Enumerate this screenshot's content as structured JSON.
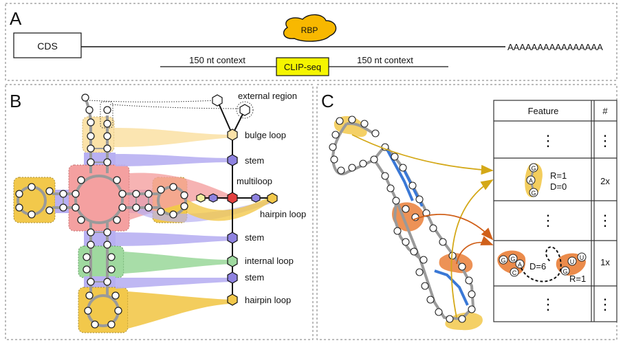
{
  "panels": {
    "a": {
      "letter": "A",
      "cds_label": "CDS",
      "rbp_label": "RBP",
      "poly_a": "AAAAAAAAAAAAAAAA",
      "context_left": "150 nt context",
      "context_right": "150 nt context",
      "clip_label": "CLIP-seq"
    },
    "b": {
      "letter": "B",
      "labels": {
        "external": "external region",
        "bulge": "bulge loop",
        "stem1": "stem",
        "multiloop": "multiloop",
        "hairpin1": "hairpin loop",
        "stem2": "stem",
        "internal": "internal loop",
        "stem3": "stem",
        "hairpin2": "hairpin loop"
      }
    },
    "c": {
      "letter": "C",
      "table_header_feature": "Feature",
      "table_header_count": "#",
      "ellipsis": "⋮",
      "row2_r": "R=1",
      "row2_d": "D=0",
      "row2_count": "2x",
      "row4_d": "D=6",
      "row4_r": "R=1",
      "row4_count": "1x",
      "feature1_bases": [
        "G",
        "A",
        "G"
      ],
      "feature2_bases_left": [
        "G",
        "G",
        "A",
        "C"
      ],
      "feature2_bases_right": [
        "G",
        "U",
        "U"
      ]
    }
  },
  "colors": {
    "yellow": "#f2c84b",
    "orange": "#e8772c",
    "purple": "#8e82e0",
    "pink": "#f4a0a0",
    "green": "#9fd99f",
    "strand_blue": "#3a78d6",
    "clip_yellow": "#f5f500",
    "yellow_arrow": "#d4a817",
    "orange_arrow": "#d0601a"
  }
}
